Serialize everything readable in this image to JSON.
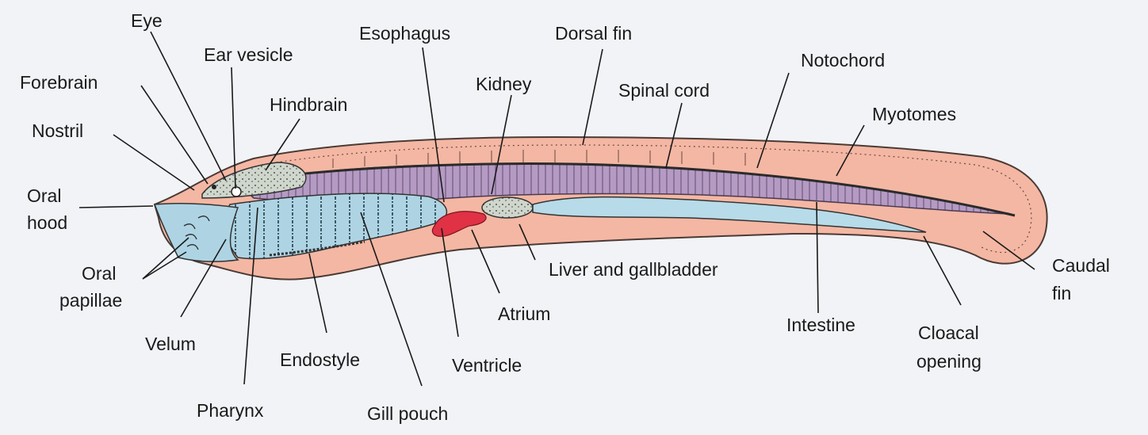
{
  "labels": {
    "eye": "Eye",
    "ear_vesicle": "Ear vesicle",
    "esophagus": "Esophagus",
    "dorsal_fin": "Dorsal fin",
    "notochord": "Notochord",
    "forebrain": "Forebrain",
    "hindbrain": "Hindbrain",
    "kidney": "Kidney",
    "spinal_cord": "Spinal cord",
    "myotomes": "Myotomes",
    "nostril": "Nostril",
    "oral_hood_1": "Oral",
    "oral_hood_2": "hood",
    "oral_papillae_1": "Oral",
    "oral_papillae_2": "papillae",
    "liver_gallbladder": "Liver and gallbladder",
    "caudal_fin_1": "Caudal",
    "caudal_fin_2": "fin",
    "atrium": "Atrium",
    "velum": "Velum",
    "intestine": "Intestine",
    "cloacal_opening_1": "Cloacal",
    "cloacal_opening_2": "opening",
    "endostyle": "Endostyle",
    "ventricle": "Ventricle",
    "pharynx": "Pharynx",
    "gill_pouch": "Gill pouch"
  },
  "colors": {
    "body": "#f4b7a3",
    "body_outline": "#4a3a36",
    "nerve_cord": "#b59ac4",
    "pharynx": "#aed4e4",
    "intestine": "#b7dbe9",
    "heart": "#e03145",
    "notochord": "#2b2b2b"
  }
}
